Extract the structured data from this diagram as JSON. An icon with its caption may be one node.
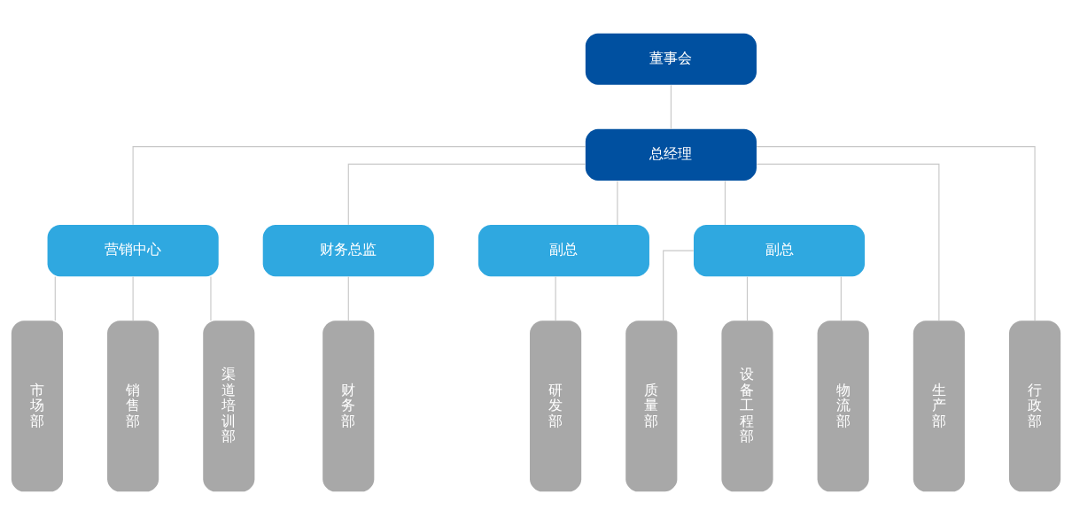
{
  "diagram": {
    "nodes": [
      {
        "text": [
          "董事会"
        ]
      },
      {
        "text": [
          "总经理"
        ]
      },
      {
        "text": [
          "营销中心"
        ]
      },
      {
        "text": [
          "财务总监"
        ]
      },
      {
        "text": [
          "副总"
        ]
      },
      {
        "text": [
          "副总"
        ]
      },
      {
        "text": [
          "市场部"
        ]
      },
      {
        "text": [
          "销售部"
        ]
      },
      {
        "text": [
          "渠道培训部"
        ]
      },
      {
        "text": [
          "财务部"
        ]
      },
      {
        "text": [
          "研发部"
        ]
      },
      {
        "text": [
          "质量部"
        ]
      },
      {
        "text": [
          "设备工程部"
        ]
      },
      {
        "text": [
          "物流部"
        ]
      },
      {
        "text": [
          "生产部"
        ]
      },
      {
        "text": [
          "行政部"
        ]
      }
    ],
    "edges": [
      {
        "from": 0,
        "to": 1,
        "arrow": "none"
      },
      {
        "from": 1,
        "to": 2,
        "arrow": "none"
      },
      {
        "from": 1,
        "to": 3,
        "arrow": "none"
      },
      {
        "from": 1,
        "to": 4,
        "arrow": "none"
      },
      {
        "from": 1,
        "to": 5,
        "arrow": "none"
      },
      {
        "from": 1,
        "to": 14,
        "arrow": "none"
      },
      {
        "from": 1,
        "to": 15,
        "arrow": "none"
      },
      {
        "from": 2,
        "to": 6,
        "arrow": "none"
      },
      {
        "from": 2,
        "to": 7,
        "arrow": "none"
      },
      {
        "from": 2,
        "to": 8,
        "arrow": "none"
      },
      {
        "from": 3,
        "to": 9,
        "arrow": "none"
      },
      {
        "from": 4,
        "to": 10,
        "arrow": "none"
      },
      {
        "from": 5,
        "to": 11,
        "arrow": "none"
      },
      {
        "from": 5,
        "to": 12,
        "arrow": "none"
      },
      {
        "from": 5,
        "to": 13,
        "arrow": "none"
      }
    ]
  }
}
